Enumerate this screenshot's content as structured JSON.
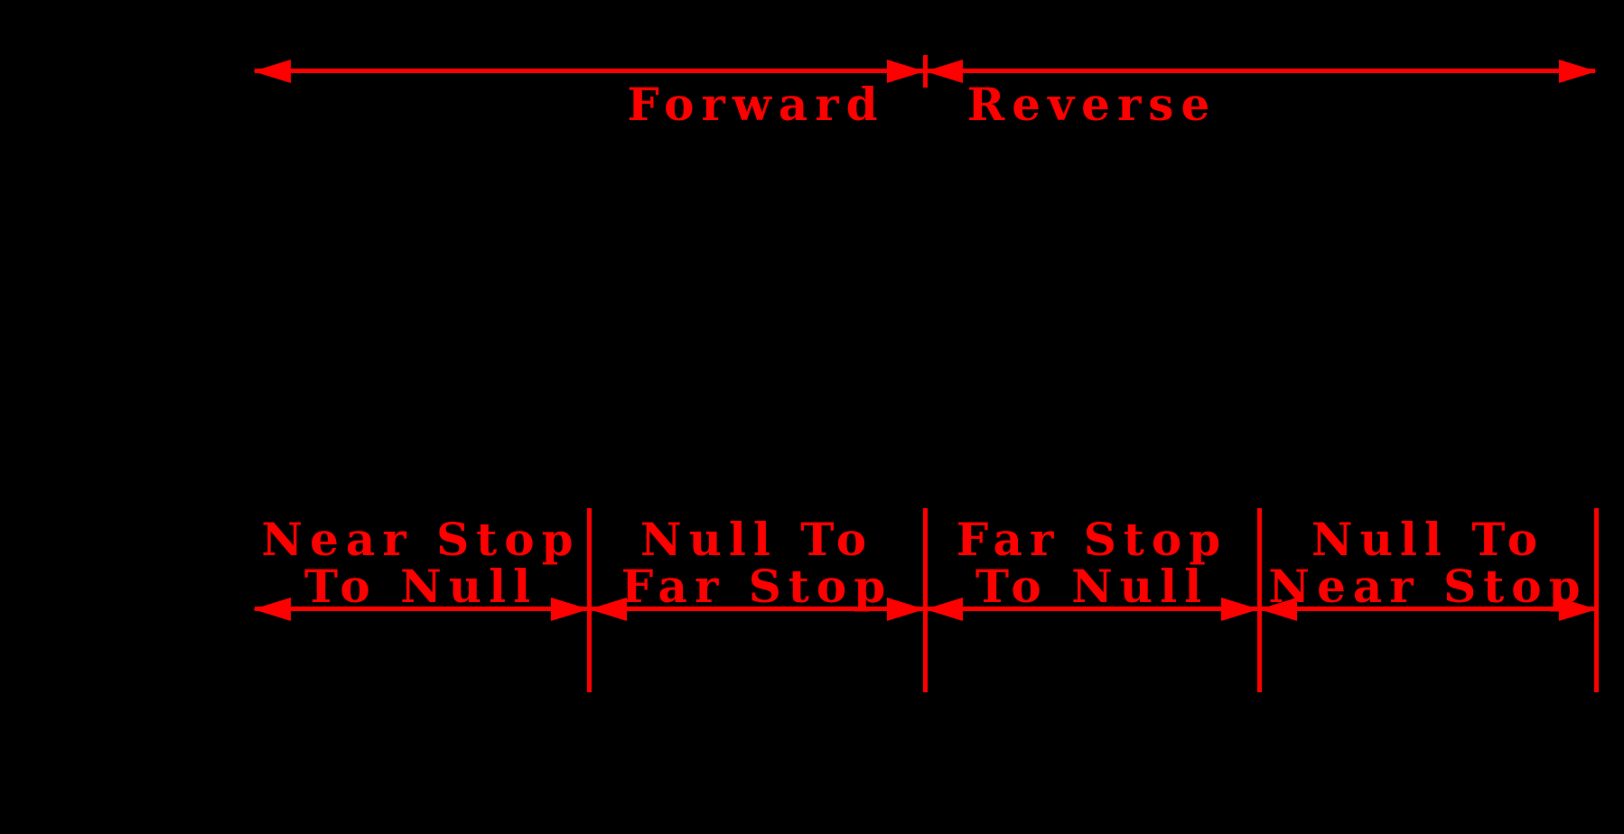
{
  "diagram": {
    "background_color": "#000000",
    "annotation_color": "#ff0000",
    "top": {
      "forward_label": "Forward",
      "reverse_label": "Reverse"
    },
    "bottom": {
      "segments": [
        {
          "line1": "Near Stop",
          "line2": "To Null"
        },
        {
          "line1": "Null To",
          "line2": "Far Stop"
        },
        {
          "line1": "Far Stop",
          "line2": "To Null"
        },
        {
          "line1": "Null To",
          "line2": "Near Stop"
        }
      ]
    }
  }
}
